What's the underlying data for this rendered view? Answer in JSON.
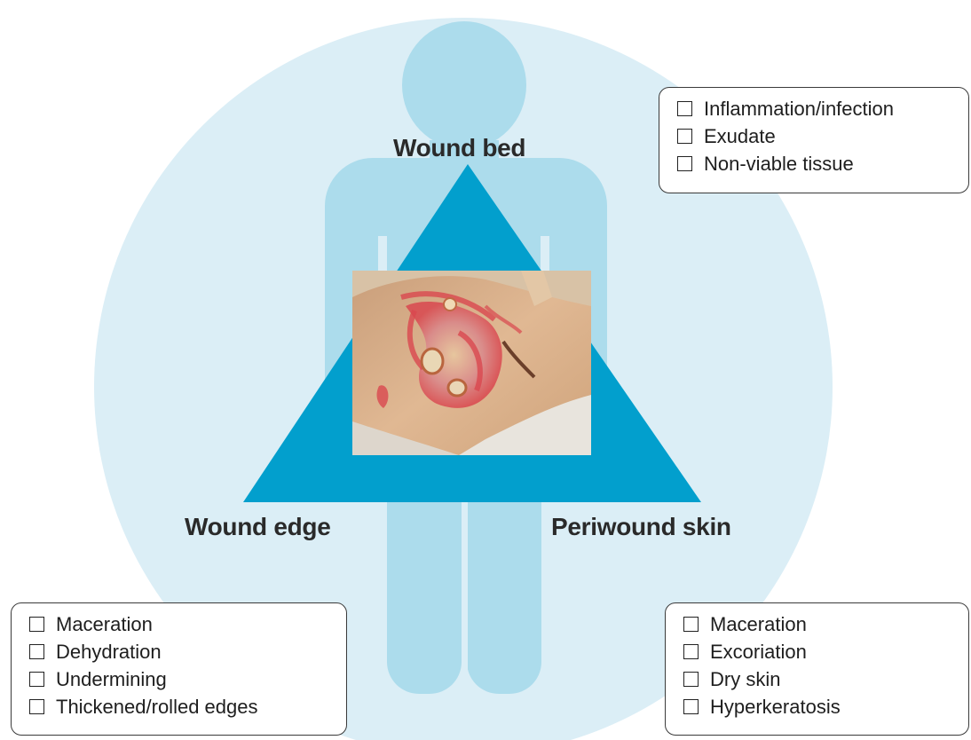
{
  "colors": {
    "background_circle": "#dbeef6",
    "body_silhouette": "#acdcec",
    "triangle": "#029fcd",
    "photo_skin": "#d9ad86",
    "wound_red": "#d9474f",
    "sheet": "#e8e4dd"
  },
  "labels": {
    "wound_bed": "Wound bed",
    "wound_edge": "Wound edge",
    "periwound_skin": "Periwound skin"
  },
  "checklists": {
    "wound_bed": [
      "Inflammation/infection",
      "Exudate",
      "Non-viable tissue"
    ],
    "wound_edge": [
      "Maceration",
      "Dehydration",
      "Undermining",
      "Thickened/rolled edges"
    ],
    "periwound_skin": [
      "Maceration",
      "Excoriation",
      "Dry skin",
      "Hyperkeratosis"
    ]
  },
  "icons": {
    "checkbox": "empty-checkbox-icon",
    "figure": "human-silhouette-icon",
    "triangle": "triangle-icon",
    "photo": "wound-photograph"
  }
}
